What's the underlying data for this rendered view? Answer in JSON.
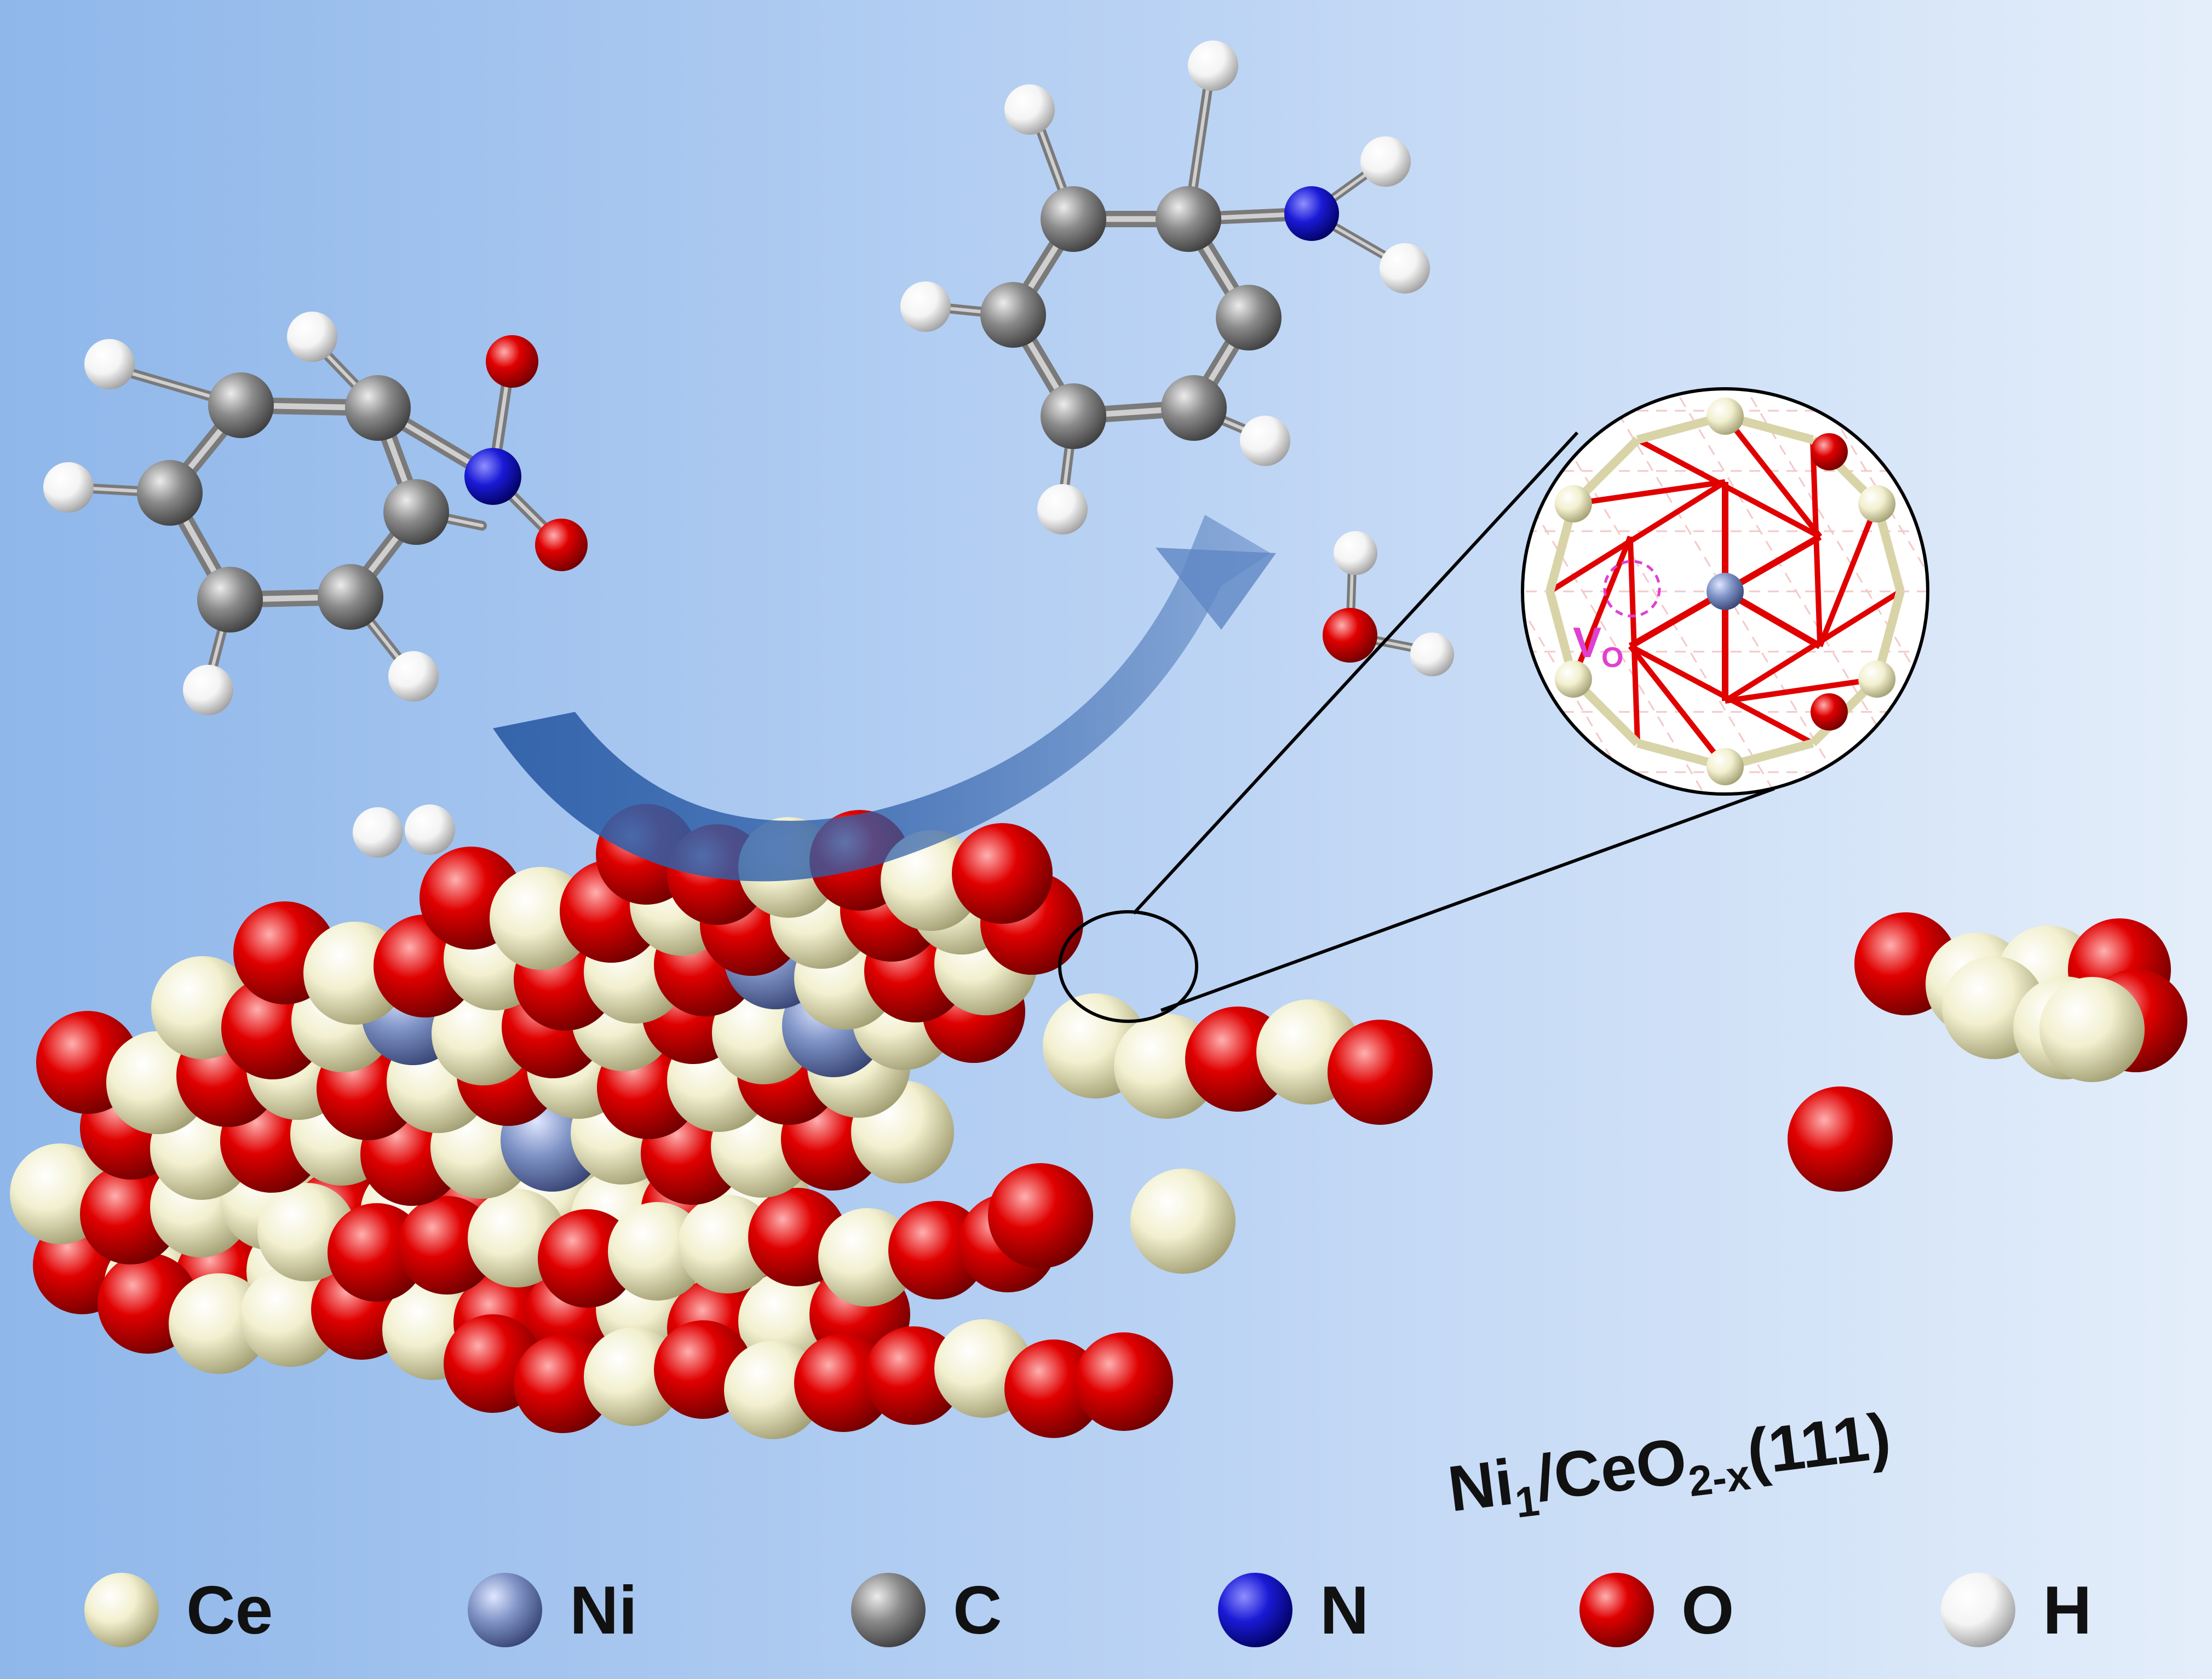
{
  "colors": {
    "background_left": "#8fb7ea",
    "background_mid": "#bcd4f4",
    "background_right": "#e4eefa",
    "ce": "#f2f0cf",
    "ni": "#7f93c6",
    "c": "#8a8a8a",
    "n": "#1a1ad6",
    "o": "#e00000",
    "h": "#f4f4f4",
    "arrow": "#2f5fa8",
    "vacancy": "#e040d0",
    "label_text": "#111111"
  },
  "surface_label": {
    "prefix": "Ni",
    "sub1": "1",
    "middle": "/CeO",
    "sub2": "2-x",
    "suffix": "(111)"
  },
  "zoom_inset": {
    "vacancy_label": "V",
    "vacancy_sub": "O"
  },
  "legend": [
    {
      "element": "Ce",
      "color_key": "ce"
    },
    {
      "element": "Ni",
      "color_key": "ni"
    },
    {
      "element": "C",
      "color_key": "c"
    },
    {
      "element": "N",
      "color_key": "n"
    },
    {
      "element": "O",
      "color_key": "o"
    },
    {
      "element": "H",
      "color_key": "h"
    }
  ]
}
